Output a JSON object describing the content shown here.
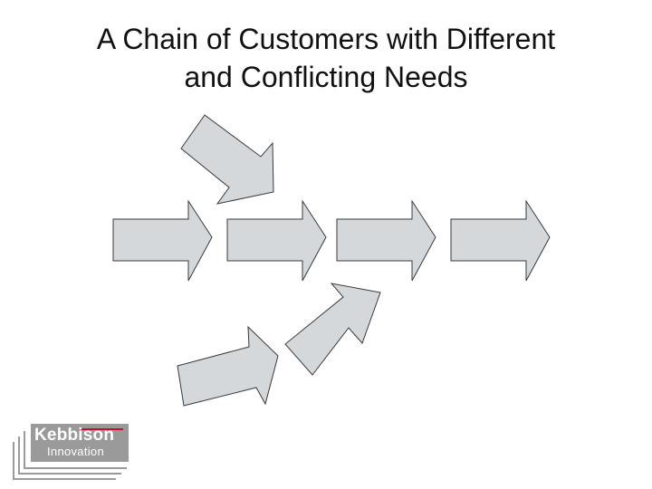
{
  "slide": {
    "title_lines": [
      "A Chain of Customers with Different",
      "and Conflicting Needs"
    ]
  },
  "logo": {
    "name": "Kebbison",
    "subtitle": "Innovation",
    "accent_color": "#c8102e"
  },
  "colors": {
    "arrow_fill": "#d5d8db",
    "arrow_outline": "#3a3a3a",
    "logo_gray": "#9a9a9a"
  },
  "diagram": {
    "chain_arrows": 4,
    "feeder_arrows": 3
  }
}
